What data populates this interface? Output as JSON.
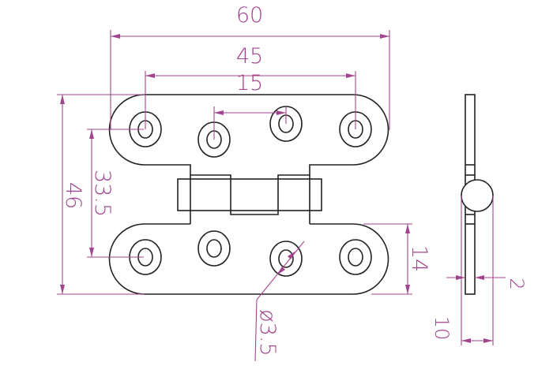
{
  "drawing": {
    "subject": "hinge",
    "colors": {
      "part": "#222222",
      "dimension": "#a3458e"
    },
    "dimensions": {
      "overall_width": "60",
      "hole_span_outer": "45",
      "hole_span_inner": "15",
      "overall_height": "46",
      "hole_row_spacing": "33.5",
      "leaf_width": "14",
      "hole_diameter": "ø3.5",
      "thickness": "2",
      "knuckle_diameter": "10"
    }
  }
}
